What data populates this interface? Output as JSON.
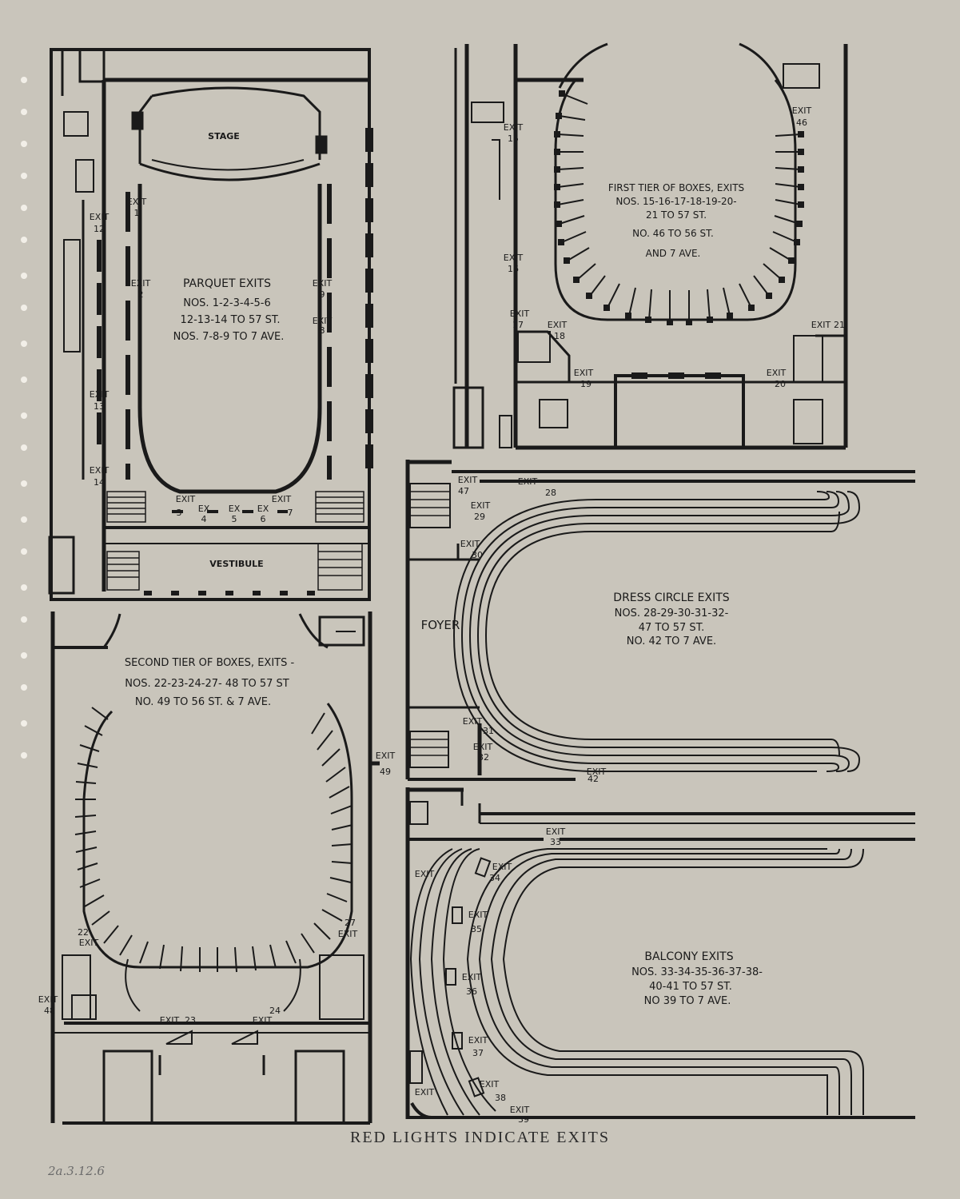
{
  "parquet": {
    "stage": "STAGE",
    "vestibule": "VESTIBULE",
    "title": "PARQUET EXITS",
    "line1": "NOS. 1-2-3-4-5-6",
    "line2": "12-13-14 TO 57 ST.",
    "line3": "NOS. 7-8-9 TO 7 AVE.",
    "exit_word": "EXIT",
    "ex_word": "EX",
    "exits": [
      "1",
      "2",
      "3",
      "4",
      "5",
      "6",
      "7",
      "8",
      "9",
      "12",
      "13",
      "14"
    ]
  },
  "first_tier": {
    "line1": "FIRST TIER OF BOXES, EXITS",
    "line2": "NOS. 15-16-17-18-19-20-",
    "line3": "21 TO 57 ST.",
    "line4": "NO. 46 TO 56 ST.",
    "line5": "AND 7 AVE.",
    "exit_word": "EXIT",
    "exits": [
      "15",
      "16",
      "17",
      "18",
      "19",
      "20",
      "21",
      "46"
    ]
  },
  "second_tier": {
    "line1": "SECOND TIER OF BOXES, EXITS -",
    "line2": "NOS. 22-23-24-27- 48 TO 57 ST",
    "line3": "NO. 49 TO 56 ST. & 7 AVE.",
    "exit_word": "EXIT",
    "exits": [
      "22",
      "23",
      "24",
      "27",
      "48",
      "49"
    ]
  },
  "dress_circle": {
    "foyer": "FOYER",
    "line1": "DRESS CIRCLE EXITS",
    "line2": "NOS. 28-29-30-31-32-",
    "line3": "47 TO 57 ST.",
    "line4": "NO. 42 TO 7 AVE.",
    "exit_word": "EXIT",
    "exits": [
      "28",
      "29",
      "30",
      "31",
      "32",
      "42",
      "47"
    ]
  },
  "balcony": {
    "line1": "BALCONY EXITS",
    "line2": "NOS. 33-34-35-36-37-38-",
    "line3": "40-41 TO 57 ST.",
    "line4": "NO 39 TO 7 AVE.",
    "exit_word": "EXIT",
    "exits": [
      "33",
      "34",
      "35",
      "36",
      "37",
      "38",
      "39"
    ]
  },
  "caption": "RED LIGHTS INDICATE EXITS",
  "handwritten_note": "2a.3.12.6",
  "colors": {
    "paper": "#c9c5bb",
    "ink": "#1a1a1a"
  }
}
